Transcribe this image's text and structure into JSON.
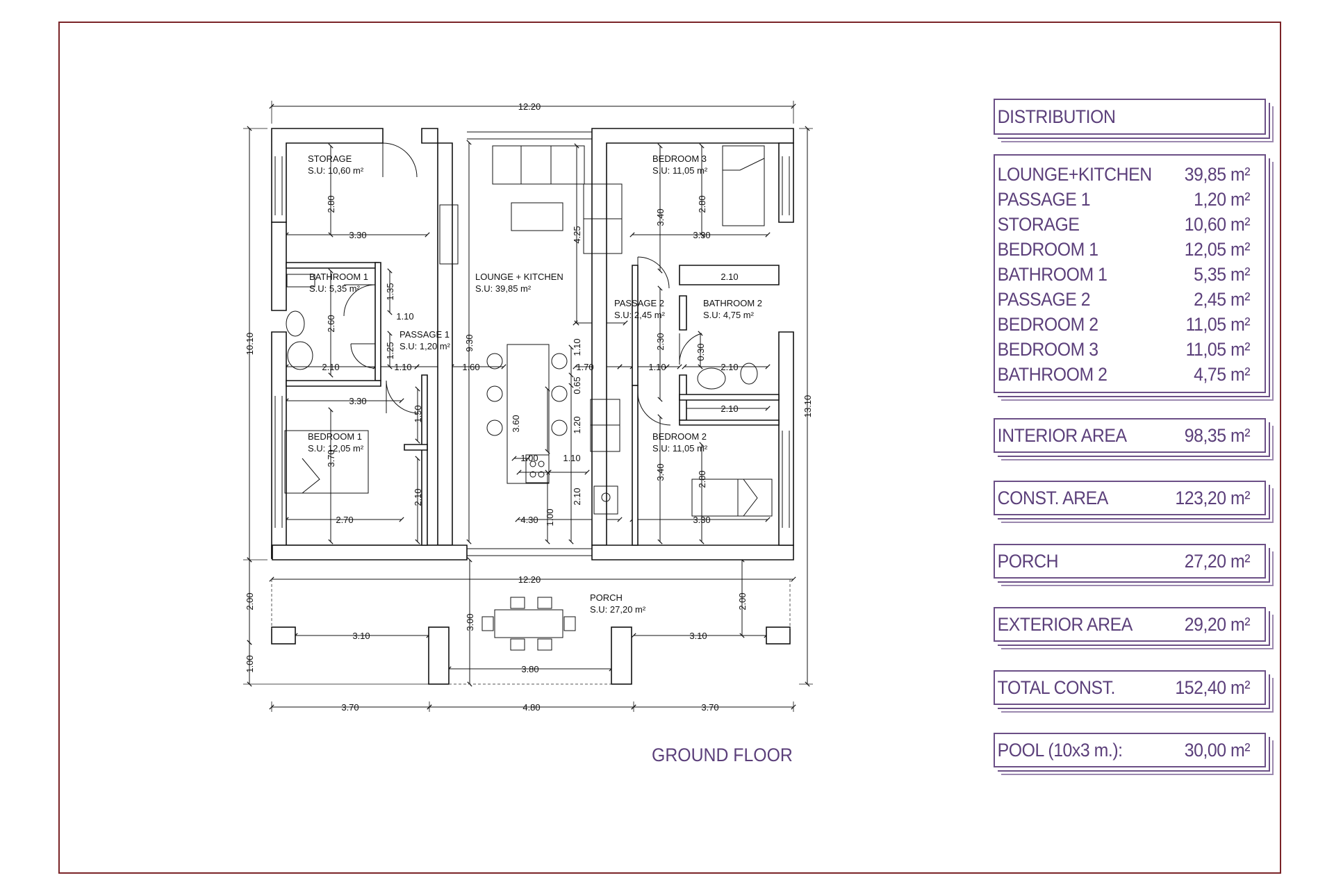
{
  "plan_title": "GROUND FLOOR",
  "rooms": {
    "storage": {
      "name": "STORAGE",
      "su": "S.U: 10,60 m²"
    },
    "bedroom3": {
      "name": "BEDROOM 3",
      "su": "S.U: 11,05 m²"
    },
    "bathroom1": {
      "name": "BATHROOM 1",
      "su": "S.U: 5,35 m²"
    },
    "lounge": {
      "name": "LOUNGE + KITCHEN",
      "su": "S.U: 39,85 m²"
    },
    "passage2": {
      "name": "PASSAGE 2",
      "su": "S.U: 2,45 m²"
    },
    "bathroom2": {
      "name": "BATHROOM 2",
      "su": "S.U: 4,75 m²"
    },
    "passage1": {
      "name": "PASSAGE 1",
      "su": "S.U: 1,20 m²"
    },
    "bedroom1": {
      "name": "BEDROOM 1",
      "su": "S.U: 12,05 m²"
    },
    "bedroom2": {
      "name": "BEDROOM 2",
      "su": "S.U: 11,05 m²"
    },
    "porch": {
      "name": "PORCH",
      "su": "S.U: 27,20 m²"
    }
  },
  "dimensions": {
    "top_width": "12.20",
    "left_height": "10.10",
    "right_height": "13.10",
    "porch_width": "12.20",
    "porch_depth_left": "2.00",
    "porch_depth_right": "2.00",
    "porch_column": "1.00",
    "porch_span_left": "3.10",
    "porch_span_right": "3.10",
    "porch_center": "3.80",
    "porch_total": "3.00",
    "bottom_left": "3.70",
    "bottom_center": "4.80",
    "bottom_right": "3.70",
    "storage_h": "2.80",
    "storage_w": "3.30",
    "bath1_h": "2.60",
    "bath1_w": "2.10",
    "bath1_door": "1.35",
    "p1_w1": "1.10",
    "p1_h": "1.25",
    "p1_w2": "1.10",
    "bed1_top": "3.30",
    "bed1_h": "3.70",
    "bed1_w": "2.70",
    "bed1_closet_h": "1.50",
    "bed1_closet_h2": "2.10",
    "lounge_h": "9.30",
    "lounge_w1": "1.60",
    "lounge_sofa": "4.25",
    "lounge_island_h": "3.60",
    "lounge_island_w": "1.00",
    "lounge_1_10a": "1.10",
    "lounge_0_65": "0.65",
    "lounge_1_20": "1.20",
    "lounge_1_10b": "1.10",
    "lounge_1_70": "1.70",
    "lounge_2_10": "2.10",
    "lounge_1_00": "1.00",
    "lounge_bottom": "4.30",
    "bed3_h": "3.40",
    "bed3_h2": "2.80",
    "bed3_w": "3.30",
    "closet3_w": "2.10",
    "p2_h": "2.30",
    "p2_w": "1.10",
    "bath2_h": "0.30",
    "bath2_w": "2.10",
    "closet2_w": "2.10",
    "bed2_h": "3.40",
    "bed2_h2": "2.80",
    "bed2_w": "3.30"
  },
  "summary": {
    "distribution_title": "DISTRIBUTION",
    "distribution": [
      {
        "label": "LOUNGE+KITCHEN",
        "value": "39,85 m²"
      },
      {
        "label": "PASSAGE 1",
        "value": "1,20 m²"
      },
      {
        "label": "STORAGE",
        "value": "10,60 m²"
      },
      {
        "label": "BEDROOM 1",
        "value": "12,05 m²"
      },
      {
        "label": "BATHROOM 1",
        "value": "5,35 m²"
      },
      {
        "label": "PASSAGE 2",
        "value": "2,45 m²"
      },
      {
        "label": "BEDROOM 2",
        "value": "11,05 m²"
      },
      {
        "label": "BEDROOM 3",
        "value": "11,05 m²"
      },
      {
        "label": "BATHROOM 2",
        "value": "4,75 m²"
      }
    ],
    "interior_area": {
      "label": "INTERIOR AREA",
      "value": "98,35 m²"
    },
    "const_area": {
      "label": "CONST. AREA",
      "value": "123,20 m²"
    },
    "porch": {
      "label": "PORCH",
      "value": "27,20 m²"
    },
    "exterior_area": {
      "label": "EXTERIOR AREA",
      "value": "29,20 m²"
    },
    "total_const": {
      "label": "TOTAL CONST.",
      "value": "152,40 m²"
    },
    "pool": {
      "label": "POOL (10x3 m.):",
      "value": "30,00 m²"
    }
  },
  "colors": {
    "frame": "#7a2327",
    "accent": "#5b3f7a",
    "ink": "#111111"
  }
}
